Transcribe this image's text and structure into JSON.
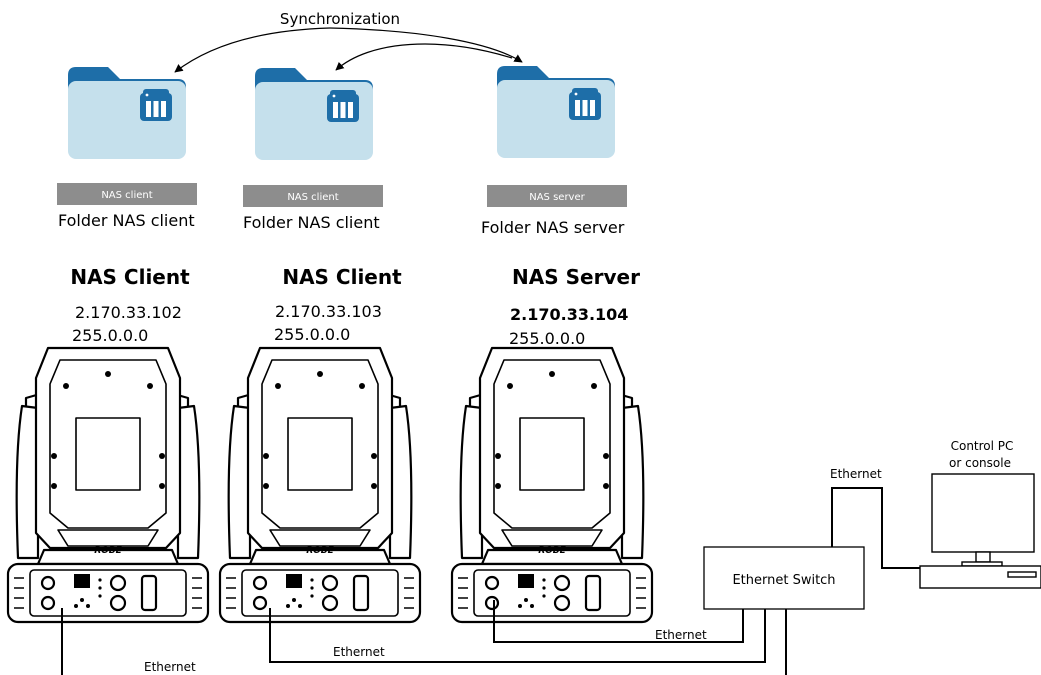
{
  "sync_label": "Synchronization",
  "folders": [
    {
      "tag": "NAS client",
      "caption": "Folder NAS client"
    },
    {
      "tag": "NAS client",
      "caption": "Folder NAS client"
    },
    {
      "tag": "NAS server",
      "caption": "Folder NAS server"
    }
  ],
  "fixtures": [
    {
      "role": "NAS Client",
      "ip": "2.170.33.102",
      "mask": "255.0.0.0",
      "brand": "ROBE"
    },
    {
      "role": "NAS Client",
      "ip": "2.170.33.103",
      "mask": "255.0.0.0",
      "brand": "ROBE"
    },
    {
      "role": "NAS Server",
      "ip": "2.170.33.104",
      "mask": "255.0.0.0",
      "brand": "ROBE"
    }
  ],
  "switch_label": "Ethernet Switch",
  "pc_label_line1": "Control PC",
  "pc_label_line2": "or console",
  "cable_labels": {
    "pc": "Ethernet",
    "server": "Ethernet",
    "client2": "Ethernet",
    "client1": "Ethernet"
  },
  "colors": {
    "folder_body": "#c5e0ec",
    "folder_tab": "#1e6ea8",
    "nas_icon": "#1e6ea8",
    "tag_bg": "#8d8d8d",
    "line": "#000000"
  }
}
